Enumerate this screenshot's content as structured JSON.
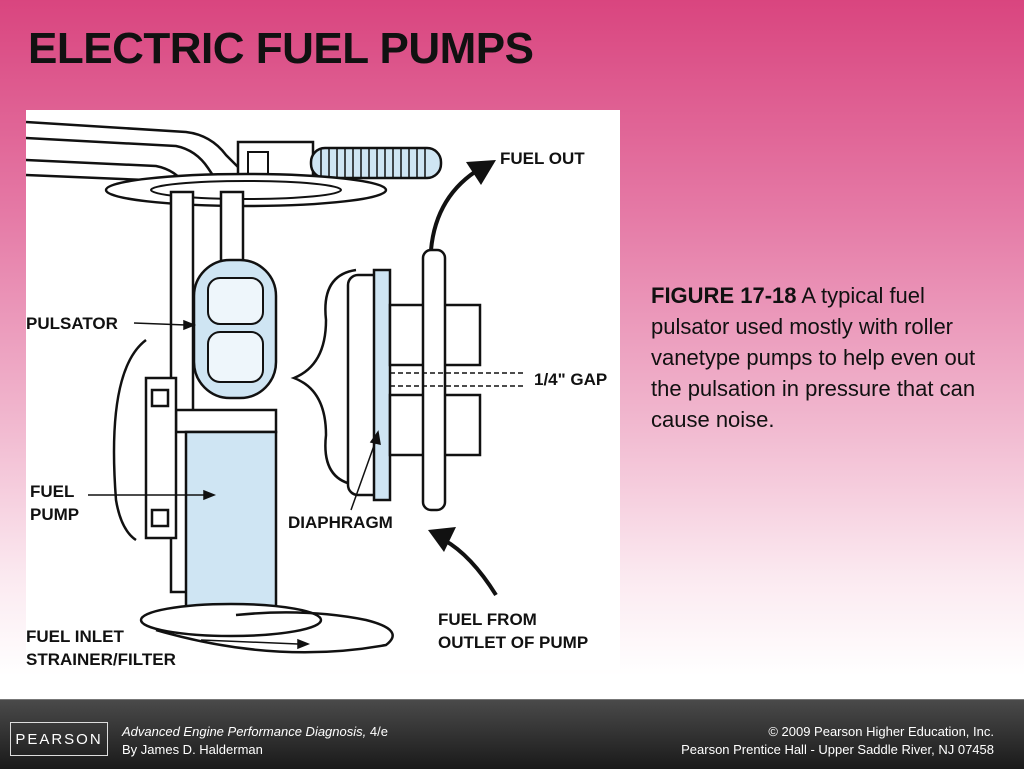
{
  "slide": {
    "title": "ELECTRIC FUEL PUMPS"
  },
  "figure": {
    "labels": {
      "fuel_out": "FUEL OUT",
      "pulsator": "PULSATOR",
      "gap": "1/4\" GAP",
      "fuel_pump_line1": "FUEL",
      "fuel_pump_line2": "PUMP",
      "diaphragm": "DIAPHRAGM",
      "inlet_line1": "FUEL INLET",
      "inlet_line2": "STRAINER/FILTER",
      "from_line1": "FUEL FROM",
      "from_line2": "OUTLET OF PUMP"
    }
  },
  "caption": {
    "figure_number": "FIGURE 17-18",
    "text": " A typical fuel pulsator used mostly with roller vanetype pumps to help even out the pulsation in pressure that can cause noise."
  },
  "footer": {
    "logo": "PEARSON",
    "book_title": "Advanced Engine Performance Diagnosis,",
    "edition": " 4/e",
    "author": "By James D. Halderman",
    "copyright": "© 2009 Pearson Higher Education, Inc.",
    "publisher": "Pearson Prentice Hall - Upper Saddle River, NJ 07458"
  }
}
